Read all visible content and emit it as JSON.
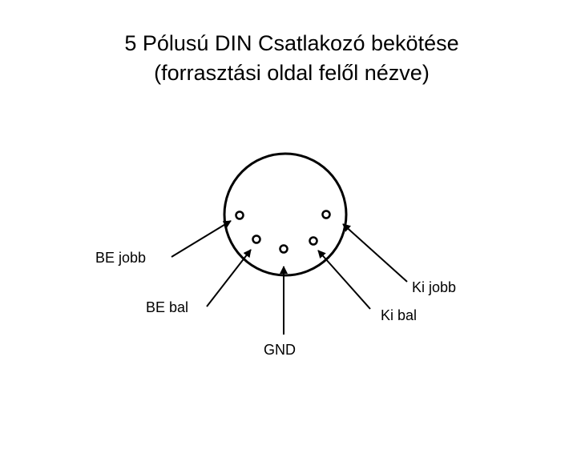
{
  "title": {
    "line1": "5 Pólusú DIN Csatlakozó bekötése",
    "line2": "(forrasztási oldal felől nézve)"
  },
  "labels": {
    "be_jobb": "BE jobb",
    "be_bal": "BE bal",
    "gnd": "GND",
    "ki_bal": "Ki bal",
    "ki_jobb": "Ki jobb"
  }
}
